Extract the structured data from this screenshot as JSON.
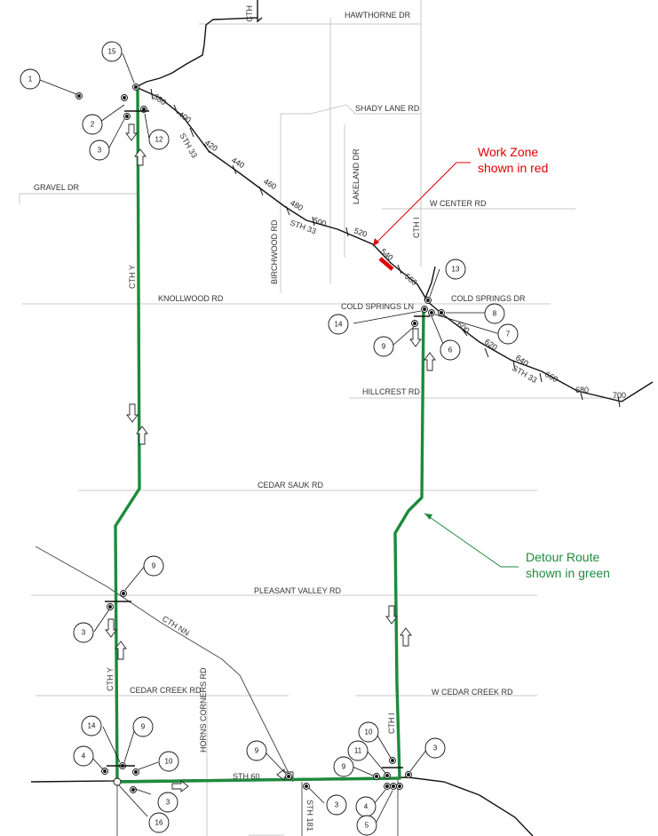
{
  "roads": {
    "hawthorne": "HAWTHORNE DR",
    "shady_lane": "SHADY LANE RD",
    "gravel": "GRAVEL DR",
    "w_center": "W CENTER RD",
    "knollwood": "KNOLLWOOD RD",
    "cold_springs_dr": "COLD SPRINGS DR",
    "cold_springs_ln": "COLD SPRINGS LN",
    "hillcrest": "HILLCREST RD",
    "cedar_sauk": "CEDAR SAUK RD",
    "pleasant_valley": "PLEASANT VALLEY RD",
    "cedar_creek": "CEDAR CREEK RD",
    "w_cedar_creek": "W CEDAR CREEK RD",
    "horns_corners": "HORNS CORNERS RD",
    "birchwood": "BIRCHWOOD RD",
    "lakeland": "LAKELAND DR",
    "cth_y_top": "CTH Y",
    "cth_y_bottom": "CTH Y",
    "cth_i_top": "CTH I",
    "cth_i_bottom": "CTH I",
    "cth_nn": "CTH NN",
    "sth_33_a": "STH 33",
    "sth_33_b": "STH 33",
    "sth_33_c": "STH 33",
    "sth_60": "STH 60",
    "sth_181": "STH 181",
    "cth_top": "CTH"
  },
  "stations": [
    "380",
    "400",
    "420",
    "440",
    "460",
    "480",
    "500",
    "520",
    "540",
    "560",
    "600",
    "620",
    "640",
    "660",
    "680",
    "700"
  ],
  "annotations": {
    "work_zone": [
      "Work Zone",
      "shown in red"
    ],
    "detour": [
      "Detour Route",
      "shown in green"
    ]
  },
  "colors": {
    "work_zone": "#e00000",
    "detour": "#1e8a3c",
    "road": "#111111",
    "minor_road": "#c8c8c8"
  },
  "signs": [
    "1",
    "2",
    "3",
    "12",
    "15",
    "13",
    "14",
    "9",
    "6",
    "8",
    "7",
    "9",
    "3",
    "14",
    "9",
    "4",
    "10",
    "3",
    "16",
    "9",
    "3",
    "10",
    "11",
    "9",
    "4",
    "5",
    "3"
  ]
}
